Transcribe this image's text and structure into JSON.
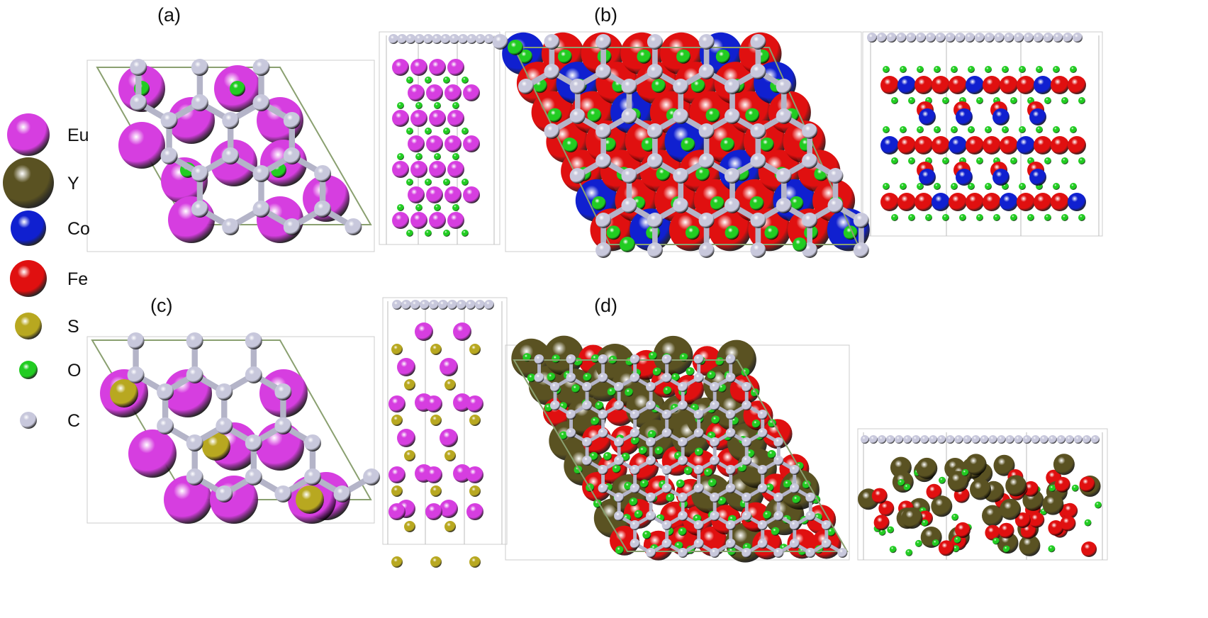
{
  "panel_labels": {
    "a": "(a)",
    "b": "(b)",
    "c": "(c)",
    "d": "(d)"
  },
  "legend": [
    {
      "symbol": "Eu",
      "color": "#d63ee0"
    },
    {
      "symbol": "Y",
      "color": "#5a5222"
    },
    {
      "symbol": "Co",
      "color": "#1020d0"
    },
    {
      "symbol": "Fe",
      "color": "#e01010"
    },
    {
      "symbol": "S",
      "color": "#b8a820"
    },
    {
      "symbol": "O",
      "color": "#22cc22"
    },
    {
      "symbol": "C",
      "color": "#c8c8dc"
    }
  ],
  "colors": {
    "cell_edge": "#8aa070",
    "frame": "#cccccc"
  }
}
